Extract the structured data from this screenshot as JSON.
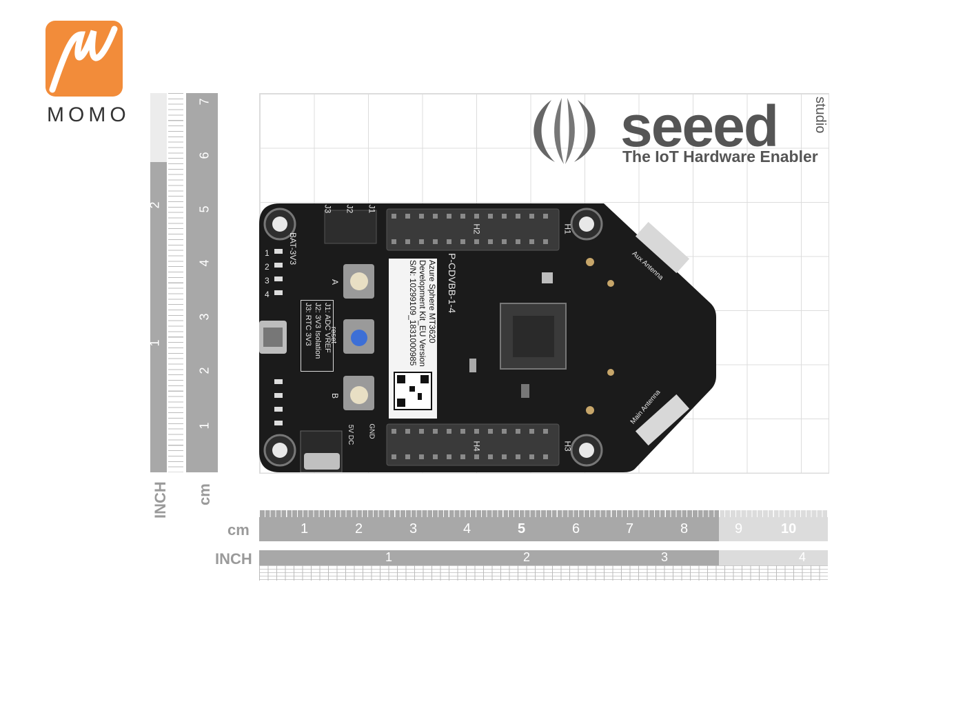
{
  "watermark": {
    "text": "MOMO"
  },
  "brand": {
    "name": "seeed",
    "suffix": "studio",
    "tagline": "The IoT Hardware Enabler"
  },
  "colors": {
    "brand_orange": "#f28c3a",
    "board": "#1b1b1b",
    "ruler": "#a8a8a8",
    "grid": "#dcdcdc"
  },
  "ruler_h": {
    "unit_cm": "cm",
    "unit_inch": "INCH",
    "cm_ticks": [
      "1",
      "2",
      "3",
      "4",
      "5",
      "6",
      "7",
      "8",
      "9",
      "10"
    ],
    "inch_ticks": [
      "1",
      "2",
      "3",
      "4"
    ]
  },
  "ruler_v": {
    "unit_cm": "cm",
    "unit_inch": "INCH",
    "cm_ticks": [
      "1",
      "2",
      "3",
      "4",
      "5",
      "6",
      "7"
    ],
    "inch_ticks": [
      "1",
      "2"
    ]
  },
  "board": {
    "sticker_lines": [
      "Azure Sphere MT3620",
      "Development Kit_EU Version",
      "S/N: 10299109_1831000985"
    ],
    "model": "P-CDVBB-1-4",
    "jumper_info": [
      "J1: ADC VREF",
      "J2: 3V3 Isolation",
      "J3: RTC 3V3"
    ],
    "labels": {
      "bat": "BAT-3V3",
      "j1": "J1",
      "j2": "J2",
      "j3": "J3",
      "h1": "H1",
      "h2": "H2",
      "h3": "H3",
      "h4": "H4",
      "btn_a": "A",
      "btn_b": "B",
      "reset": "reset",
      "gnd": "GND",
      "power": "5V DC",
      "aux": "Aux Antenna",
      "main": "Main Antenna",
      "led1": "1",
      "led2": "2",
      "led3": "3",
      "led4": "4"
    }
  }
}
